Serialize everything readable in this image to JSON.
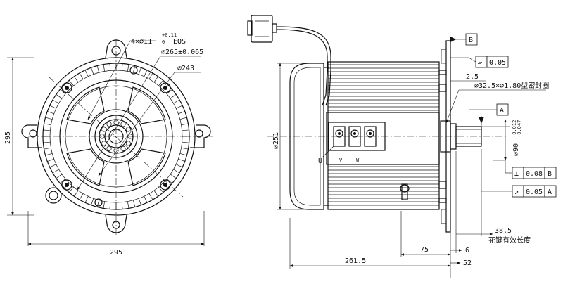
{
  "front_view": {
    "overall_height": "295",
    "overall_width": "295",
    "hole_pattern": "4×⌀11",
    "hole_tol_upper": "+0.11",
    "hole_tol_lower": "0",
    "hole_note": "EQS",
    "pcd": "⌀265±0.065",
    "pilot": "⌀243"
  },
  "side_view": {
    "body_diameter": "⌀251",
    "length_overall": "261.5",
    "length_75": "75",
    "spline_length": "38.5",
    "spline_note": "花键有效长度",
    "dim_6": "6",
    "dim_52": "52",
    "dim_2_5": "2.5",
    "seal_note": "⌀32.5×⌀1.80型密封圈",
    "shaft_dia": "⌀90",
    "shaft_tol_upper": "-0.012",
    "shaft_tol_lower": "-0.047",
    "terminals": [
      "U",
      "V",
      "W"
    ]
  },
  "datums": {
    "datum_b": "B",
    "datum_a": "A"
  },
  "gdt": [
    {
      "symbol": "▱",
      "value": "0.05",
      "ref": ""
    },
    {
      "symbol": "⊥",
      "value": "0.08",
      "ref": "B"
    },
    {
      "symbol": "↗",
      "value": "0.05",
      "ref": "A"
    }
  ]
}
